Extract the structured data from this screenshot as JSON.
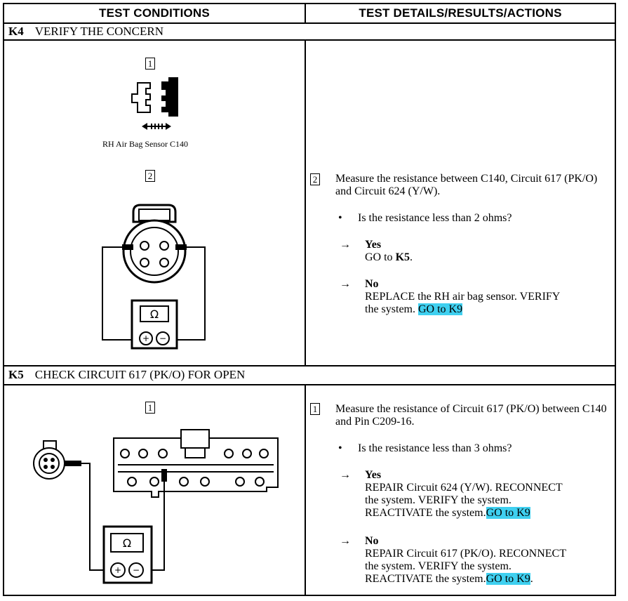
{
  "header": {
    "left": "TEST CONDITIONS",
    "right": "TEST DETAILS/RESULTS/ACTIONS"
  },
  "k4": {
    "code": "K4",
    "title": "VERIFY THE CONCERN",
    "diagram": {
      "step1": "1",
      "caption": "RH Air Bag Sensor C140",
      "step2": "2",
      "ohm": "Ω"
    },
    "step": "2",
    "instruction": "Measure the resistance between C140, Circuit 617 (PK/O) and Circuit 624 (Y/W).",
    "question": "Is the resistance less than 2 ohms?",
    "yes_label": "Yes",
    "yes_text": "GO to",
    "yes_goto": "K5",
    "no_label": "No",
    "no_line1": "REPLACE the RH air bag sensor. VERIFY",
    "no_line2": "the system.",
    "no_goto": "GO to K9"
  },
  "k5": {
    "code": "K5",
    "title": "CHECK CIRCUIT 617 (PK/O) FOR OPEN",
    "diagram": {
      "step1": "1",
      "ohm": "Ω"
    },
    "step": "1",
    "instruction": "Measure the resistance of Circuit 617 (PK/O) between C140 and Pin C209-16.",
    "question": "Is the resistance less than 3 ohms?",
    "yes_label": "Yes",
    "yes_line1": "REPAIR Circuit 624 (Y/W). RECONNECT",
    "yes_line2": "the system. VERIFY the system.",
    "yes_line3": "REACTIVATE the system.",
    "yes_goto": "GO to K9",
    "no_label": "No",
    "no_line1": "REPAIR Circuit 617 (PK/O). RECONNECT",
    "no_line2": "the system. VERIFY the system.",
    "no_line3": "REACTIVATE the system.",
    "no_goto": "GO to K9"
  },
  "symbols": {
    "bullet": "•",
    "arrow": "→",
    "period": "."
  }
}
